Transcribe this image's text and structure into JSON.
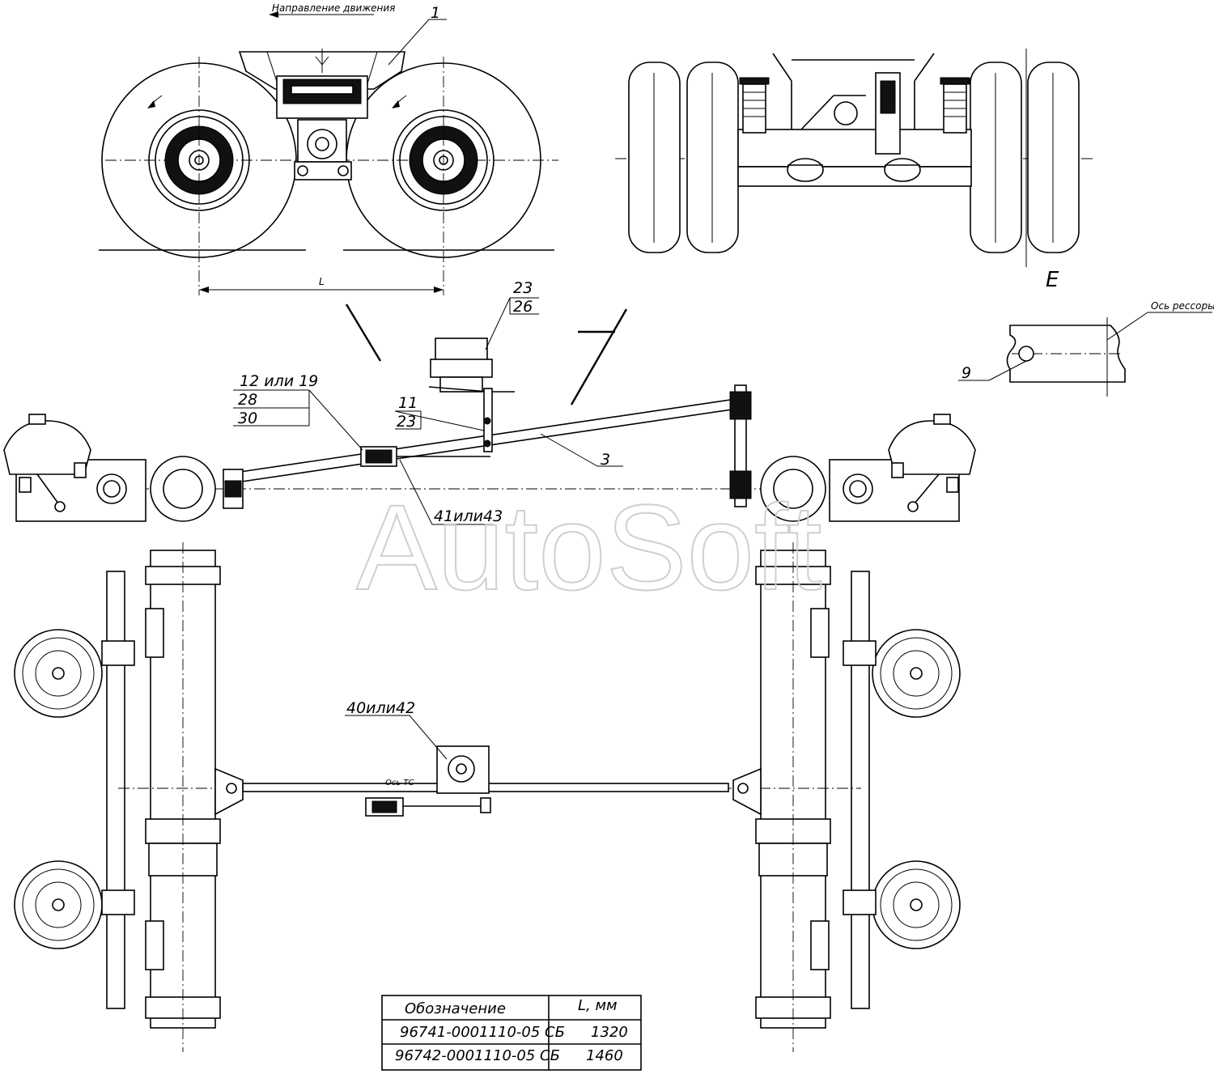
{
  "direction_label": "Направление движения",
  "dimension_label": "L",
  "view_label": "Е",
  "spring_axis_label": "Ось рессоры",
  "vehicle_axis_label": "Ось ТС",
  "watermark": "AutoSoft",
  "callouts": {
    "c1": "1",
    "c3": "3",
    "c9": "9",
    "c11": "11",
    "c23a": "23",
    "c26": "26",
    "c23b": "23",
    "c12": "12 или 19",
    "c28": "28",
    "c30": "30",
    "c41": "41или43",
    "c40": "40или42"
  },
  "table": {
    "headers": [
      "Обозначение",
      "L, мм"
    ],
    "rows": [
      [
        "96741-0001110-05 СБ",
        "1320"
      ],
      [
        "96742-0001110-05 СБ",
        "1460"
      ]
    ]
  }
}
